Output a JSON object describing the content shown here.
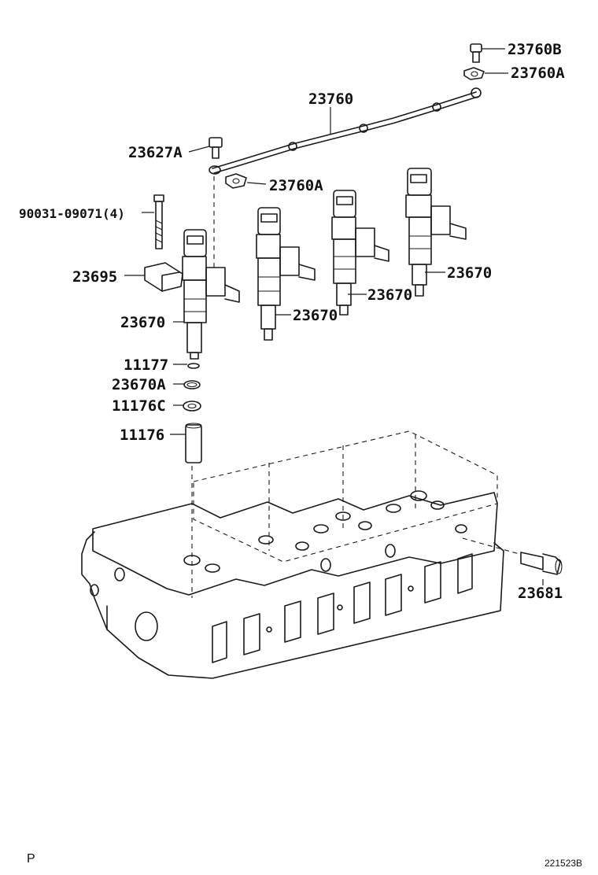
{
  "callouts": {
    "bolt_top": "23760B",
    "washer_top": "23760A",
    "pipe": "23760",
    "bolt_left": "23627A",
    "washer_mid": "23760A",
    "stud": "90031-09071(4)",
    "clamp": "23695",
    "injector_1": "23670",
    "injector_2": "23670",
    "injector_3": "23670",
    "injector_4": "23670",
    "gasket_small": "11177",
    "oring": "23670A",
    "seat": "11176C",
    "sleeve": "11176",
    "fitting": "23681"
  },
  "corner_left": "P",
  "corner_right": "221523B"
}
